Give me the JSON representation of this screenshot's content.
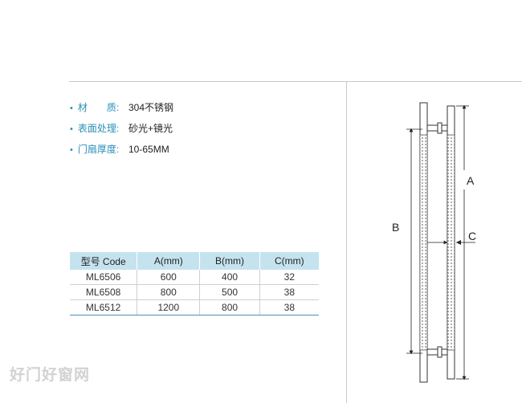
{
  "specs": [
    {
      "label": "材　　质:",
      "value": "304不锈钢"
    },
    {
      "label": "表面处理:",
      "value": "砂光+镜光"
    },
    {
      "label": "门扇厚度:",
      "value": "10-65MM"
    }
  ],
  "table": {
    "headers": [
      "型号 Code",
      "A(mm)",
      "B(mm)",
      "C(mm)"
    ],
    "rows": [
      [
        "ML6506",
        "600",
        "400",
        "32"
      ],
      [
        "ML6508",
        "800",
        "500",
        "38"
      ],
      [
        "ML6512",
        "1200",
        "800",
        "38"
      ]
    ]
  },
  "drawing": {
    "dim_a": "A",
    "dim_b": "B",
    "dim_c": "C"
  },
  "watermark": "好门好窗网",
  "colors": {
    "accent": "#2a8fb8",
    "header_bg": "#c5e3ef"
  }
}
